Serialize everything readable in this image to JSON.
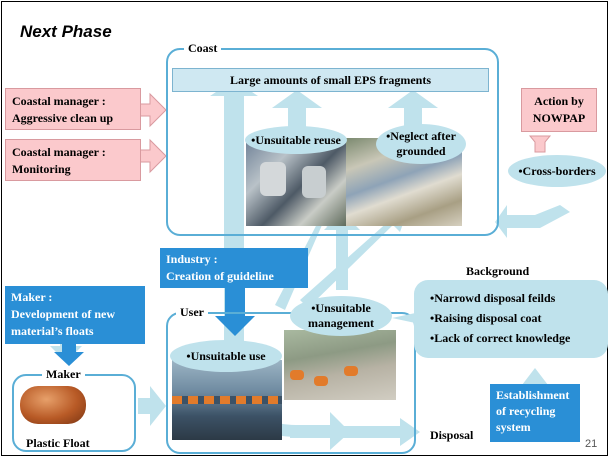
{
  "title": "Next Phase",
  "coast": {
    "label": "Coast",
    "banner": "Large amounts of small EPS fragments",
    "unsuitable_reuse": "•Unsuitable reuse",
    "neglect": [
      "•Neglect after",
      "grounded"
    ]
  },
  "left_boxes": {
    "aggressive": [
      "Coastal manager :",
      "Aggressive clean up"
    ],
    "monitoring": [
      "Coastal manager :",
      "Monitoring"
    ]
  },
  "nowpap": [
    "Action by",
    "NOWPAP"
  ],
  "cross_borders": "•Cross-borders",
  "industry": [
    "Industry :",
    "Creation of guideline"
  ],
  "maker_box": [
    "Maker :",
    "Development of new",
    "material’s floats"
  ],
  "maker": {
    "label": "Maker",
    "product": "Plastic Float"
  },
  "user": {
    "label": "User",
    "unsuitable_use": "•Unsuitable use",
    "unsuitable_management": [
      "•Unsuitable",
      "management"
    ]
  },
  "background": {
    "heading": "Background",
    "items": [
      "•Narrowd disposal feilds",
      "•Raising disposal coat",
      "•Lack of correct knowledge"
    ]
  },
  "recycling": [
    "Establishment",
    "of recycling",
    "system"
  ],
  "disposal": "Disposal",
  "page_number": "21",
  "colors": {
    "arrow": "#bfe2ec",
    "region_border": "#5aaed6",
    "pink": "#fbc9cc",
    "blue": "#2a8fd6"
  }
}
